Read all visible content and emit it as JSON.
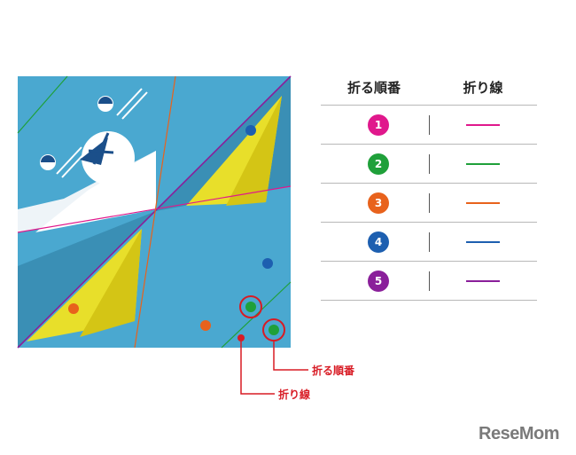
{
  "legend": {
    "header_order": "折る順番",
    "header_line": "折り線",
    "rows": [
      {
        "number": "1",
        "color": "#e0188c"
      },
      {
        "number": "2",
        "color": "#1fa03a"
      },
      {
        "number": "3",
        "color": "#e8621c"
      },
      {
        "number": "4",
        "color": "#1d5fb0"
      },
      {
        "number": "5",
        "color": "#8a1f9a"
      }
    ]
  },
  "callouts": {
    "fold_order": "折る順番",
    "fold_line": "折り線",
    "color": "#d81b24"
  },
  "artwork": {
    "background": "#4aa8d0",
    "dark_triangle": "#3a8fb5",
    "yellow": "#e8df2a",
    "white": "#ffffff",
    "navy": "#1b4f8a"
  },
  "logo": {
    "text": "ReseMom"
  }
}
